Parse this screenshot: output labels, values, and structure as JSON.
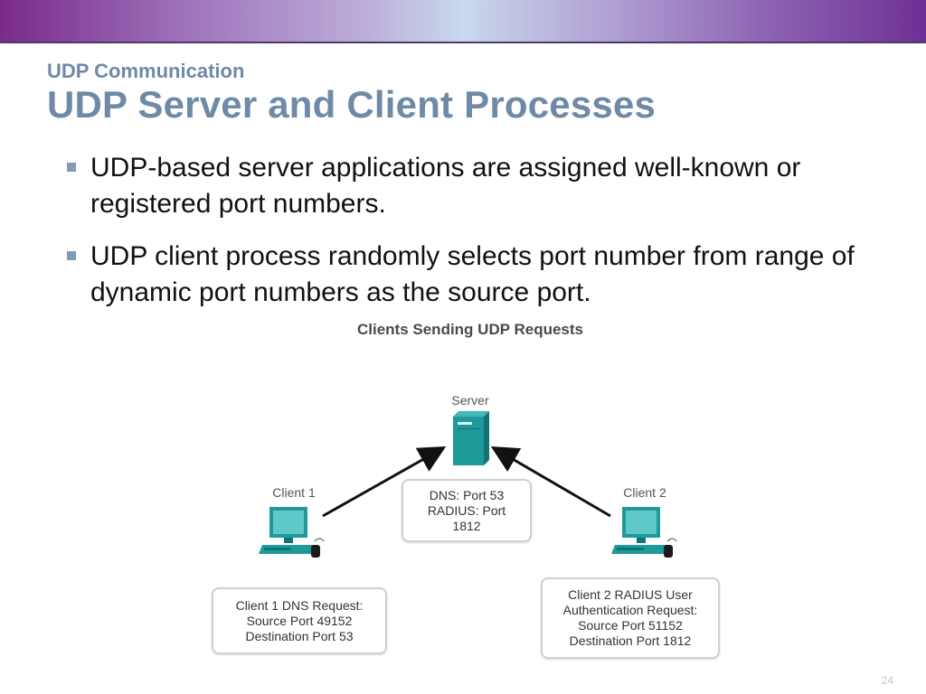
{
  "header": {
    "subtitle": "UDP Communication",
    "title": "UDP Server and Client Processes"
  },
  "bullets": [
    "UDP-based server applications are assigned well-known or registered port numbers.",
    "UDP client process randomly selects port number from range of dynamic port numbers as the source port."
  ],
  "diagram": {
    "title": "Clients Sending UDP Requests",
    "server_label": "Server",
    "server_ports": [
      "DNS: Port 53",
      "RADIUS: Port",
      "1812"
    ],
    "client1_label": "Client 1",
    "client1_request": [
      "Client 1 DNS Request:",
      "Source Port 49152",
      "Destination Port 53"
    ],
    "client2_label": "Client 2",
    "client2_request": [
      "Client 2 RADIUS User",
      "Authentication Request:",
      "Source Port 51152",
      "Destination Port 1812"
    ]
  },
  "colors": {
    "title": "#6e8aa6",
    "bullet_marker": "#7f9bb5",
    "device_teal": "#1f9a9a"
  },
  "page_number": "24"
}
